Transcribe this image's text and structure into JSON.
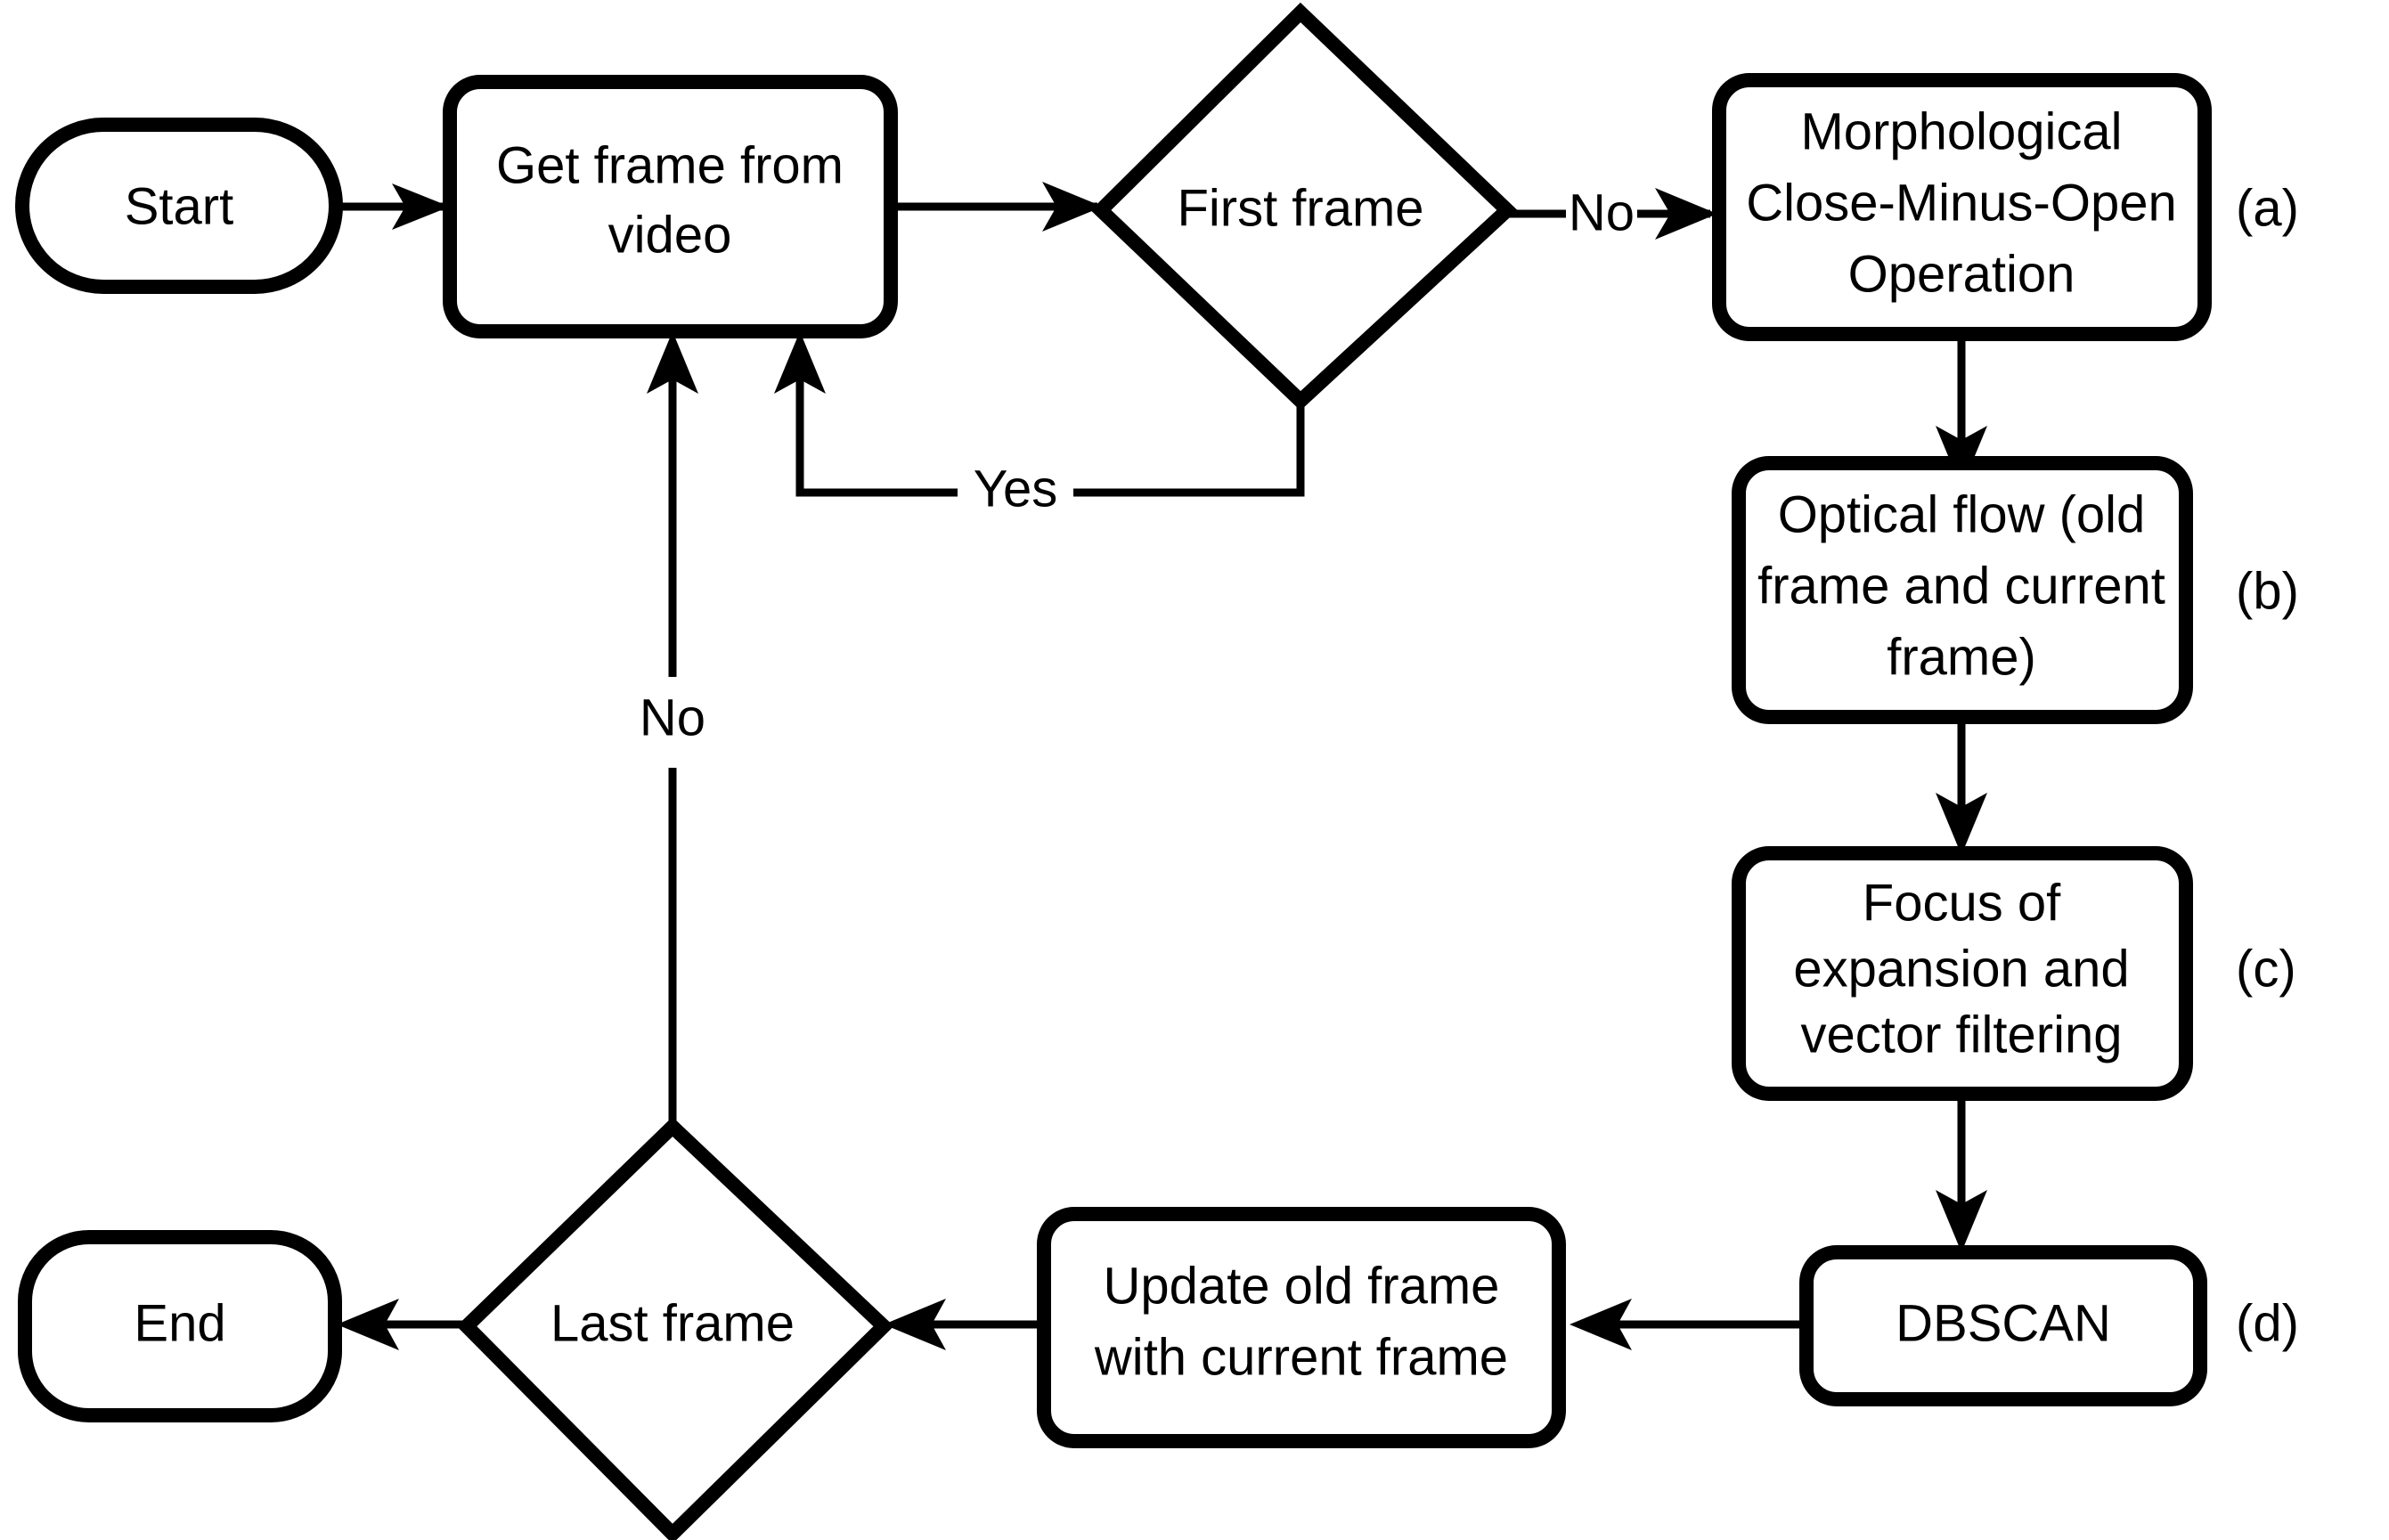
{
  "diagram": {
    "title": "Video frame processing pipeline flowchart",
    "type": "flowchart",
    "background_color": "#ffffff",
    "stroke_color": "#000000",
    "nodes": {
      "start": {
        "label": "Start",
        "shape": "stadium"
      },
      "get_frame": {
        "label_line1": "Get frame from",
        "label_line2": "video",
        "shape": "rounded-rect"
      },
      "first_frame": {
        "label": "First frame",
        "shape": "diamond"
      },
      "morph": {
        "label_line1": "Morphological",
        "label_line2": "Close-Minus-Open",
        "label_line3": "Operation",
        "shape": "rounded-rect",
        "panel": "(a)"
      },
      "optical_flow": {
        "label_line1": "Optical flow (old",
        "label_line2": "frame and current",
        "label_line3": "frame)",
        "shape": "rounded-rect",
        "panel": "(b)"
      },
      "focus": {
        "label_line1": "Focus of",
        "label_line2": "expansion and",
        "label_line3": "vector filtering",
        "shape": "rounded-rect",
        "panel": "(c)"
      },
      "dbscan": {
        "label": "DBSCAN",
        "shape": "rounded-rect",
        "panel": "(d)"
      },
      "update": {
        "label_line1": "Update old frame",
        "label_line2": "with current frame",
        "shape": "rounded-rect"
      },
      "last_frame": {
        "label": "Last frame",
        "shape": "diamond"
      },
      "end": {
        "label": "End",
        "shape": "rounded-rect"
      }
    },
    "edge_labels": {
      "first_frame_no": "No",
      "first_frame_yes": "Yes",
      "last_frame_no": "No"
    },
    "panel_labels": [
      "(a)",
      "(b)",
      "(c)",
      "(d)"
    ]
  }
}
